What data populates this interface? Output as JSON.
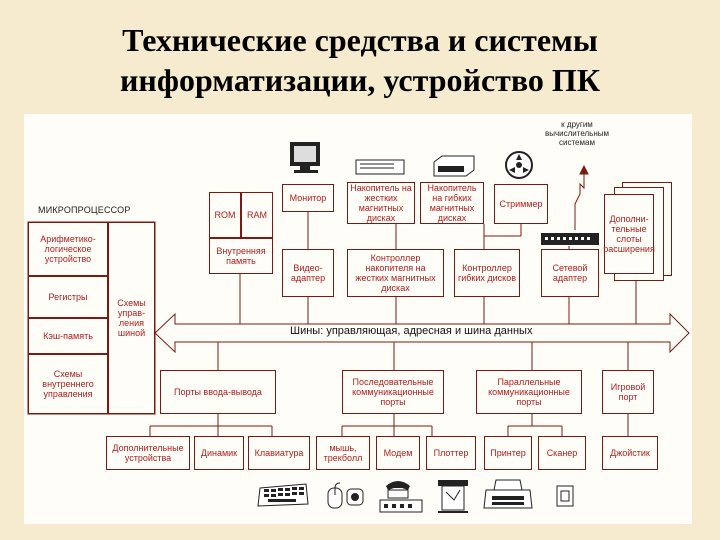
{
  "title": {
    "line1": "Технические средства и системы",
    "line2": "информатизации, устройство ПК"
  },
  "microprocessor": {
    "label": "МИКРОПРОЦЕССОР",
    "alu": "Арифметико-логическое устройство",
    "registers": "Регистры",
    "cache": "Кэш-память",
    "internal_control": "Схемы внутреннего управления",
    "control": "Схемы управ-ления шиной"
  },
  "memory": {
    "rom": "ROM",
    "ram": "RAM",
    "internal": "Внутренняя память"
  },
  "top_devices": {
    "monitor": "Монитор",
    "hdd": "Накопитель на жестких магнитных дисках",
    "fdd": "Накопитель на гибких магнитных дисках",
    "streamer": "Стриммер",
    "expansion": "Дополни-тельные слоты расширения"
  },
  "controllers": {
    "video": "Видео-адаптер",
    "hdd": "Контроллер накопителя на жестких магнитных дисках",
    "fdd": "Контроллер гибких дисков",
    "network": "Сетевой адаптер"
  },
  "network_note": "к другим вычислительным системам",
  "bus_label": "Шины: управляющая, адресная и шина данных",
  "ports": {
    "io": "Порты ввода-вывода",
    "serial": "Последовательные коммуникационные порты",
    "parallel": "Параллельные коммуникационные порты",
    "game": "Игровой порт"
  },
  "peripherals": {
    "extra": "Дополнительные устройства",
    "speaker": "Динамик",
    "keyboard": "Клавиатура",
    "mouse": "мышь, трекболл",
    "modem": "Модем",
    "plotter": "Плоттер",
    "printer": "Принтер",
    "scanner": "Сканер",
    "joystick": "Джойстик"
  },
  "icons": {
    "monitor": "monitor-icon",
    "hdd": "hard-drive-icon",
    "fdd": "floppy-drive-icon",
    "streamer": "tape-reel-icon",
    "network": "network-hub-icon",
    "expansion": "expansion-cards-icon",
    "keyboard": "keyboard-icon",
    "mouse": "mouse-icon",
    "modem": "modem-phone-icon",
    "plotter": "plotter-icon",
    "printer": "printer-icon",
    "joystick": "joystick-icon"
  },
  "colors": {
    "text": "#b01e1e",
    "line": "#7a1a14",
    "background": "#f6ebcf"
  }
}
